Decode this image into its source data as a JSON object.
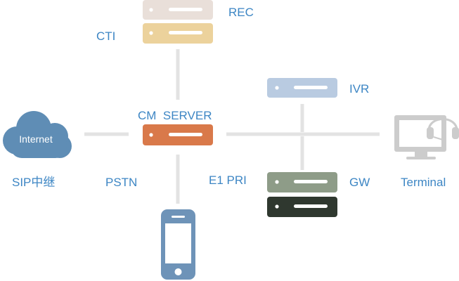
{
  "labels": {
    "rec": "REC",
    "cti": "CTI",
    "ivr": "IVR",
    "cm_server": "CM  SERVER",
    "internet": "Internet",
    "sip_trunk": "SIP中继",
    "pstn": "PSTN",
    "e1_pri": "E1 PRI",
    "gw": "GW",
    "terminal": "Terminal"
  },
  "colors": {
    "label_blue": "#3d86c4",
    "line_gray": "#e3e3e3",
    "cloud_blue": "#5f8db5",
    "rec_server": "#e9dfd9",
    "cti_server": "#ecd29c",
    "ivr_server": "#b9cbe1",
    "cm_server": "#d9794a",
    "gw_server_top": "#8e9c88",
    "gw_server_bottom": "#2f382f",
    "phone": "#6e93b8",
    "monitor": "#cccccc"
  },
  "icons": {
    "internet": "cloud-icon",
    "phone": "smartphone-icon",
    "terminal": "monitor-headset-icon"
  }
}
